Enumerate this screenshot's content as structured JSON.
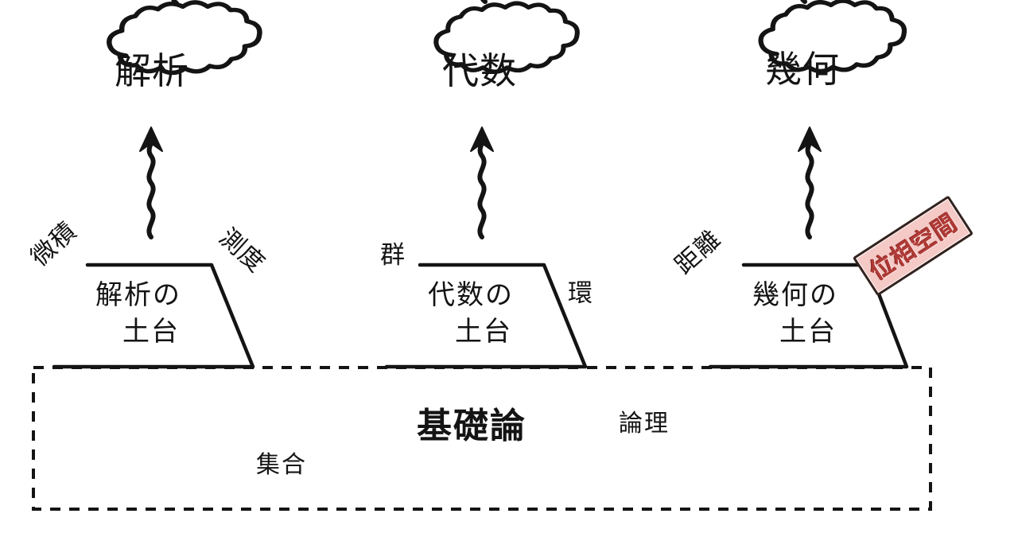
{
  "diagram": {
    "title": "数学の土台図",
    "background": "#ffffff",
    "ink_color": "#141414",
    "accent_color": "#b03a36",
    "accent_fill": "#f4c9c6",
    "clouds": [
      {
        "id": "cloud-analysis",
        "label": "解析"
      },
      {
        "id": "cloud-algebra",
        "label": "代数"
      },
      {
        "id": "cloud-geometry",
        "label": "幾何"
      }
    ],
    "pillars": [
      {
        "id": "pillar-analysis",
        "line1": "解析の",
        "line2": "土台",
        "left_label": "微積",
        "right_label": "測度",
        "left_rotated": true,
        "right_rotated": true,
        "right_highlighted": false
      },
      {
        "id": "pillar-algebra",
        "line1": "代数の",
        "line2": "土台",
        "left_label": "群",
        "right_label": "環",
        "left_rotated": false,
        "right_rotated": false,
        "right_highlighted": false
      },
      {
        "id": "pillar-geometry",
        "line1": "幾何の",
        "line2": "土台",
        "left_label": "距離",
        "right_label": "位相空間",
        "left_rotated": true,
        "right_rotated": true,
        "right_highlighted": true
      }
    ],
    "foundation": {
      "main_label": "基礎論",
      "logic_label": "論理",
      "set_label": "集合"
    }
  }
}
